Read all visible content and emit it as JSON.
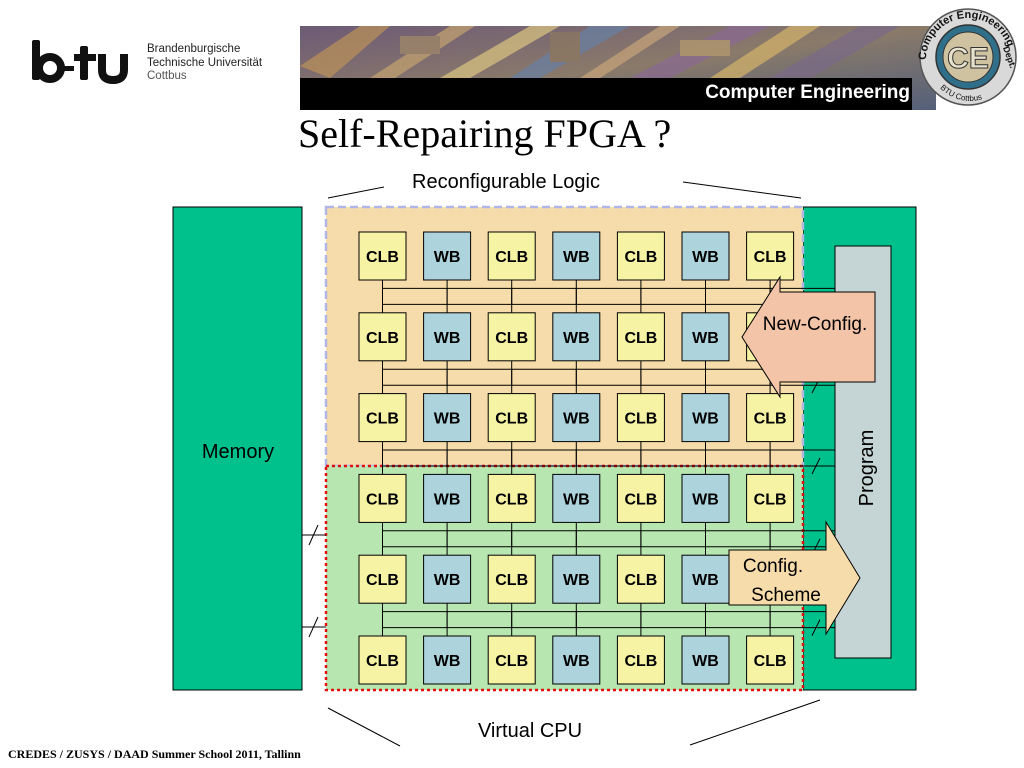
{
  "header": {
    "logo_mark": "b-tu",
    "university_lines": [
      "Brandenburgische",
      "Technische Universität",
      "Cottbus"
    ],
    "banner_label": "Computer Engineering",
    "seal_lines": [
      "Computer Engineering",
      "Dept.",
      "BTU Cottbus"
    ],
    "seal_initials": "CE"
  },
  "title": "Self-Repairing FPGA ?",
  "diagram": {
    "top_label": "Reconfigurable Logic",
    "bottom_label": "Virtual CPU",
    "memory_label": "Memory",
    "program_label": "Program",
    "new_config_label": "New-Config.",
    "config_scheme_label": [
      "Config.",
      "Scheme"
    ],
    "grid": {
      "column_types": [
        "CLB",
        "WB",
        "CLB",
        "WB",
        "CLB",
        "WB",
        "CLB"
      ],
      "rows": 6
    },
    "colors": {
      "memory_fill": "#00c08c",
      "right_block_fill": "#00c08c",
      "reconfigurable_fill": "#f6dcaa",
      "virtual_cpu_fill": "#b7e6b0",
      "clb_fill": "#f6f3a4",
      "wb_fill": "#add4dd",
      "program_fill": "#c5d4d4",
      "arrow_fill": "#f4c4a8",
      "scheme_fill": "#f6dcaa",
      "dashed_border": "#b0b6e6",
      "dotted_border": "#e01010"
    }
  },
  "footer": "CREDES / ZUSYS / DAAD Summer School 2011, Tallinn"
}
